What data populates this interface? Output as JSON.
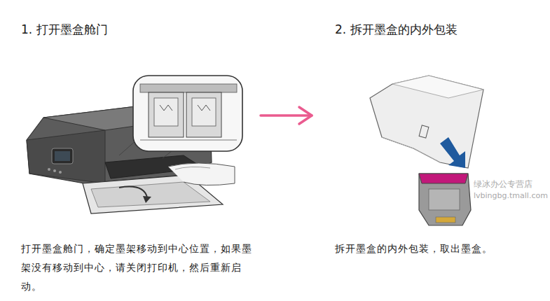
{
  "diagram": {
    "nodes": [
      {
        "text": [
          "1. 打开墨盒舱门",
          "打开墨盒舱门，确定墨架移动到中心位置，如果墨架没有移动到中心，请关闭打印机，然后重新启动。"
        ]
      },
      {
        "text": [
          "2. 拆开墨盒的内外包装",
          "拆开墨盒的内外包装，取出墨盒。"
        ]
      }
    ],
    "edges": [
      {
        "from": 0,
        "to": 1,
        "arrow": "to"
      }
    ],
    "labels": [
      "绿冰办公专营店",
      "lvbingbg.tmall.com"
    ]
  }
}
